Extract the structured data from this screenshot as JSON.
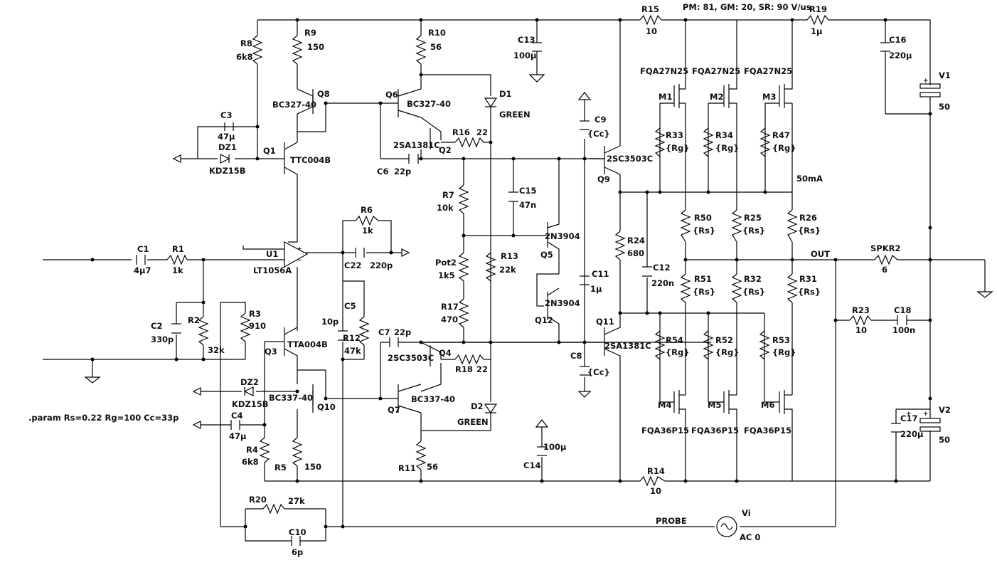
{
  "header": {
    "stats": "PM: 81, GM: 20, SR: 90 V/us"
  },
  "param": ".param Rs=0.22 Rg=100 Cc=33p",
  "components": {
    "R15": {
      "ref": "R15",
      "value": "10"
    },
    "R19": {
      "ref": "R19",
      "value": "1µ"
    },
    "R8": {
      "ref": "R8",
      "value": "6k8"
    },
    "R9": {
      "ref": "R9",
      "value": "150"
    },
    "R10": {
      "ref": "R10",
      "value": "56"
    },
    "C13": {
      "ref": "C13",
      "value": "100µ"
    },
    "C16": {
      "ref": "C16",
      "value": "220µ"
    },
    "V1": {
      "ref": "V1",
      "value": "50"
    },
    "Q8": {
      "ref": "Q8",
      "value": "BC327-40"
    },
    "Q6": {
      "ref": "Q6",
      "value": "BC327-40"
    },
    "D1": {
      "ref": "D1",
      "value": "GREEN"
    },
    "C3": {
      "ref": "C3",
      "value": "47µ"
    },
    "DZ1": {
      "ref": "DZ1",
      "value": "KDZ15B"
    },
    "Q1": {
      "ref": "Q1",
      "value": "TTC004B"
    },
    "R16": {
      "ref": "R16",
      "value": "22"
    },
    "Q2": {
      "ref": "Q2",
      "value": "2SA1381C"
    },
    "C6": {
      "ref": "C6",
      "value": "22p"
    },
    "C9": {
      "ref": "C9",
      "value": "{Cc}"
    },
    "Q9": {
      "ref": "Q9",
      "value": "2SC3503C"
    },
    "M1": {
      "ref": "M1",
      "value": "FQA27N25"
    },
    "M2": {
      "ref": "M2",
      "value": "FQA27N25"
    },
    "M3": {
      "ref": "M3",
      "value": "FQA27N25"
    },
    "R33": {
      "ref": "R33",
      "value": "{Rg}"
    },
    "R34": {
      "ref": "R34",
      "value": "{Rg}"
    },
    "R47": {
      "ref": "R47",
      "value": "{Rg}"
    },
    "C15": {
      "ref": "C15",
      "value": "47n"
    },
    "R7": {
      "ref": "R7",
      "value": "10k"
    },
    "R6": {
      "ref": "R6",
      "value": "1k"
    },
    "Q5": {
      "ref": "Q5",
      "value": "2N3904"
    },
    "R24": {
      "ref": "R24",
      "value": "680"
    },
    "R50": {
      "ref": "R50",
      "value": "{Rs}"
    },
    "R25": {
      "ref": "R25",
      "value": "{Rs}"
    },
    "R26": {
      "ref": "R26",
      "value": "{Rs}"
    },
    "C1": {
      "ref": "C1",
      "value": "4µ7"
    },
    "R1": {
      "ref": "R1",
      "value": "1k"
    },
    "U1": {
      "ref": "U1",
      "value": "LT1056A"
    },
    "C22": {
      "ref": "C22",
      "value": "220p"
    },
    "Pot2": {
      "ref": "Pot2",
      "value": "1k5"
    },
    "R13": {
      "ref": "R13",
      "value": "22k"
    },
    "C11": {
      "ref": "C11",
      "value": "1µ"
    },
    "C12": {
      "ref": "C12",
      "value": "220n"
    },
    "SPKR2": {
      "ref": "SPKR2",
      "value": "6"
    },
    "R51": {
      "ref": "R51",
      "value": "{Rs}"
    },
    "R32": {
      "ref": "R32",
      "value": "{Rs}"
    },
    "R31": {
      "ref": "R31",
      "value": "{Rs}"
    },
    "C2": {
      "ref": "C2",
      "value": "330p"
    },
    "R2": {
      "ref": "R2",
      "value": "32k"
    },
    "R3": {
      "ref": "R3",
      "value": "910"
    },
    "C5": {
      "ref": "C5",
      "value": "10p"
    },
    "R12": {
      "ref": "R12",
      "value": "47k"
    },
    "Q12": {
      "ref": "Q12",
      "value": "2N3904"
    },
    "R17": {
      "ref": "R17",
      "value": "470"
    },
    "R23": {
      "ref": "R23",
      "value": "10"
    },
    "C18": {
      "ref": "C18",
      "value": "100n"
    },
    "Q3": {
      "ref": "Q3",
      "value": "TTA004B"
    },
    "C7": {
      "ref": "C7",
      "value": "22p"
    },
    "Q4": {
      "ref": "Q4",
      "value": "2SC3503C"
    },
    "R18": {
      "ref": "R18",
      "value": "22"
    },
    "C8": {
      "ref": "C8",
      "value": "{Cc}"
    },
    "Q11": {
      "ref": "Q11",
      "value": "2SA1381C"
    },
    "R54": {
      "ref": "R54",
      "value": "{Rg}"
    },
    "R52": {
      "ref": "R52",
      "value": "{Rg}"
    },
    "R53": {
      "ref": "R53",
      "value": "{Rg}"
    },
    "DZ2": {
      "ref": "DZ2",
      "value": "KDZ15B"
    },
    "Q10": {
      "ref": "Q10",
      "value": "BC337-40"
    },
    "Q7": {
      "ref": "Q7",
      "value": "BC337-40"
    },
    "D2": {
      "ref": "D2",
      "value": "GREEN"
    },
    "M4": {
      "ref": "M4",
      "value": "FQA36P15"
    },
    "M5": {
      "ref": "M5",
      "value": "FQA36P15"
    },
    "M6": {
      "ref": "M6",
      "value": "FQA36P15"
    },
    "C17": {
      "ref": "C17",
      "value": "220µ"
    },
    "V2": {
      "ref": "V2",
      "value": "50"
    },
    "C4": {
      "ref": "C4",
      "value": "47µ"
    },
    "R4": {
      "ref": "R4",
      "value": "6k8"
    },
    "R5": {
      "ref": "R5",
      "value": "150"
    },
    "R11": {
      "ref": "R11",
      "value": "56"
    },
    "C14": {
      "ref": "C14",
      "value": "100µ"
    },
    "R14": {
      "ref": "R14",
      "value": "10"
    },
    "R20": {
      "ref": "R20",
      "value": "27k"
    },
    "C10": {
      "ref": "C10",
      "value": "6p"
    },
    "Vi": {
      "ref": "Vi",
      "value": "AC 0"
    }
  },
  "nets": {
    "out": "OUT",
    "probe": "PROBE",
    "bias": "50mA"
  }
}
